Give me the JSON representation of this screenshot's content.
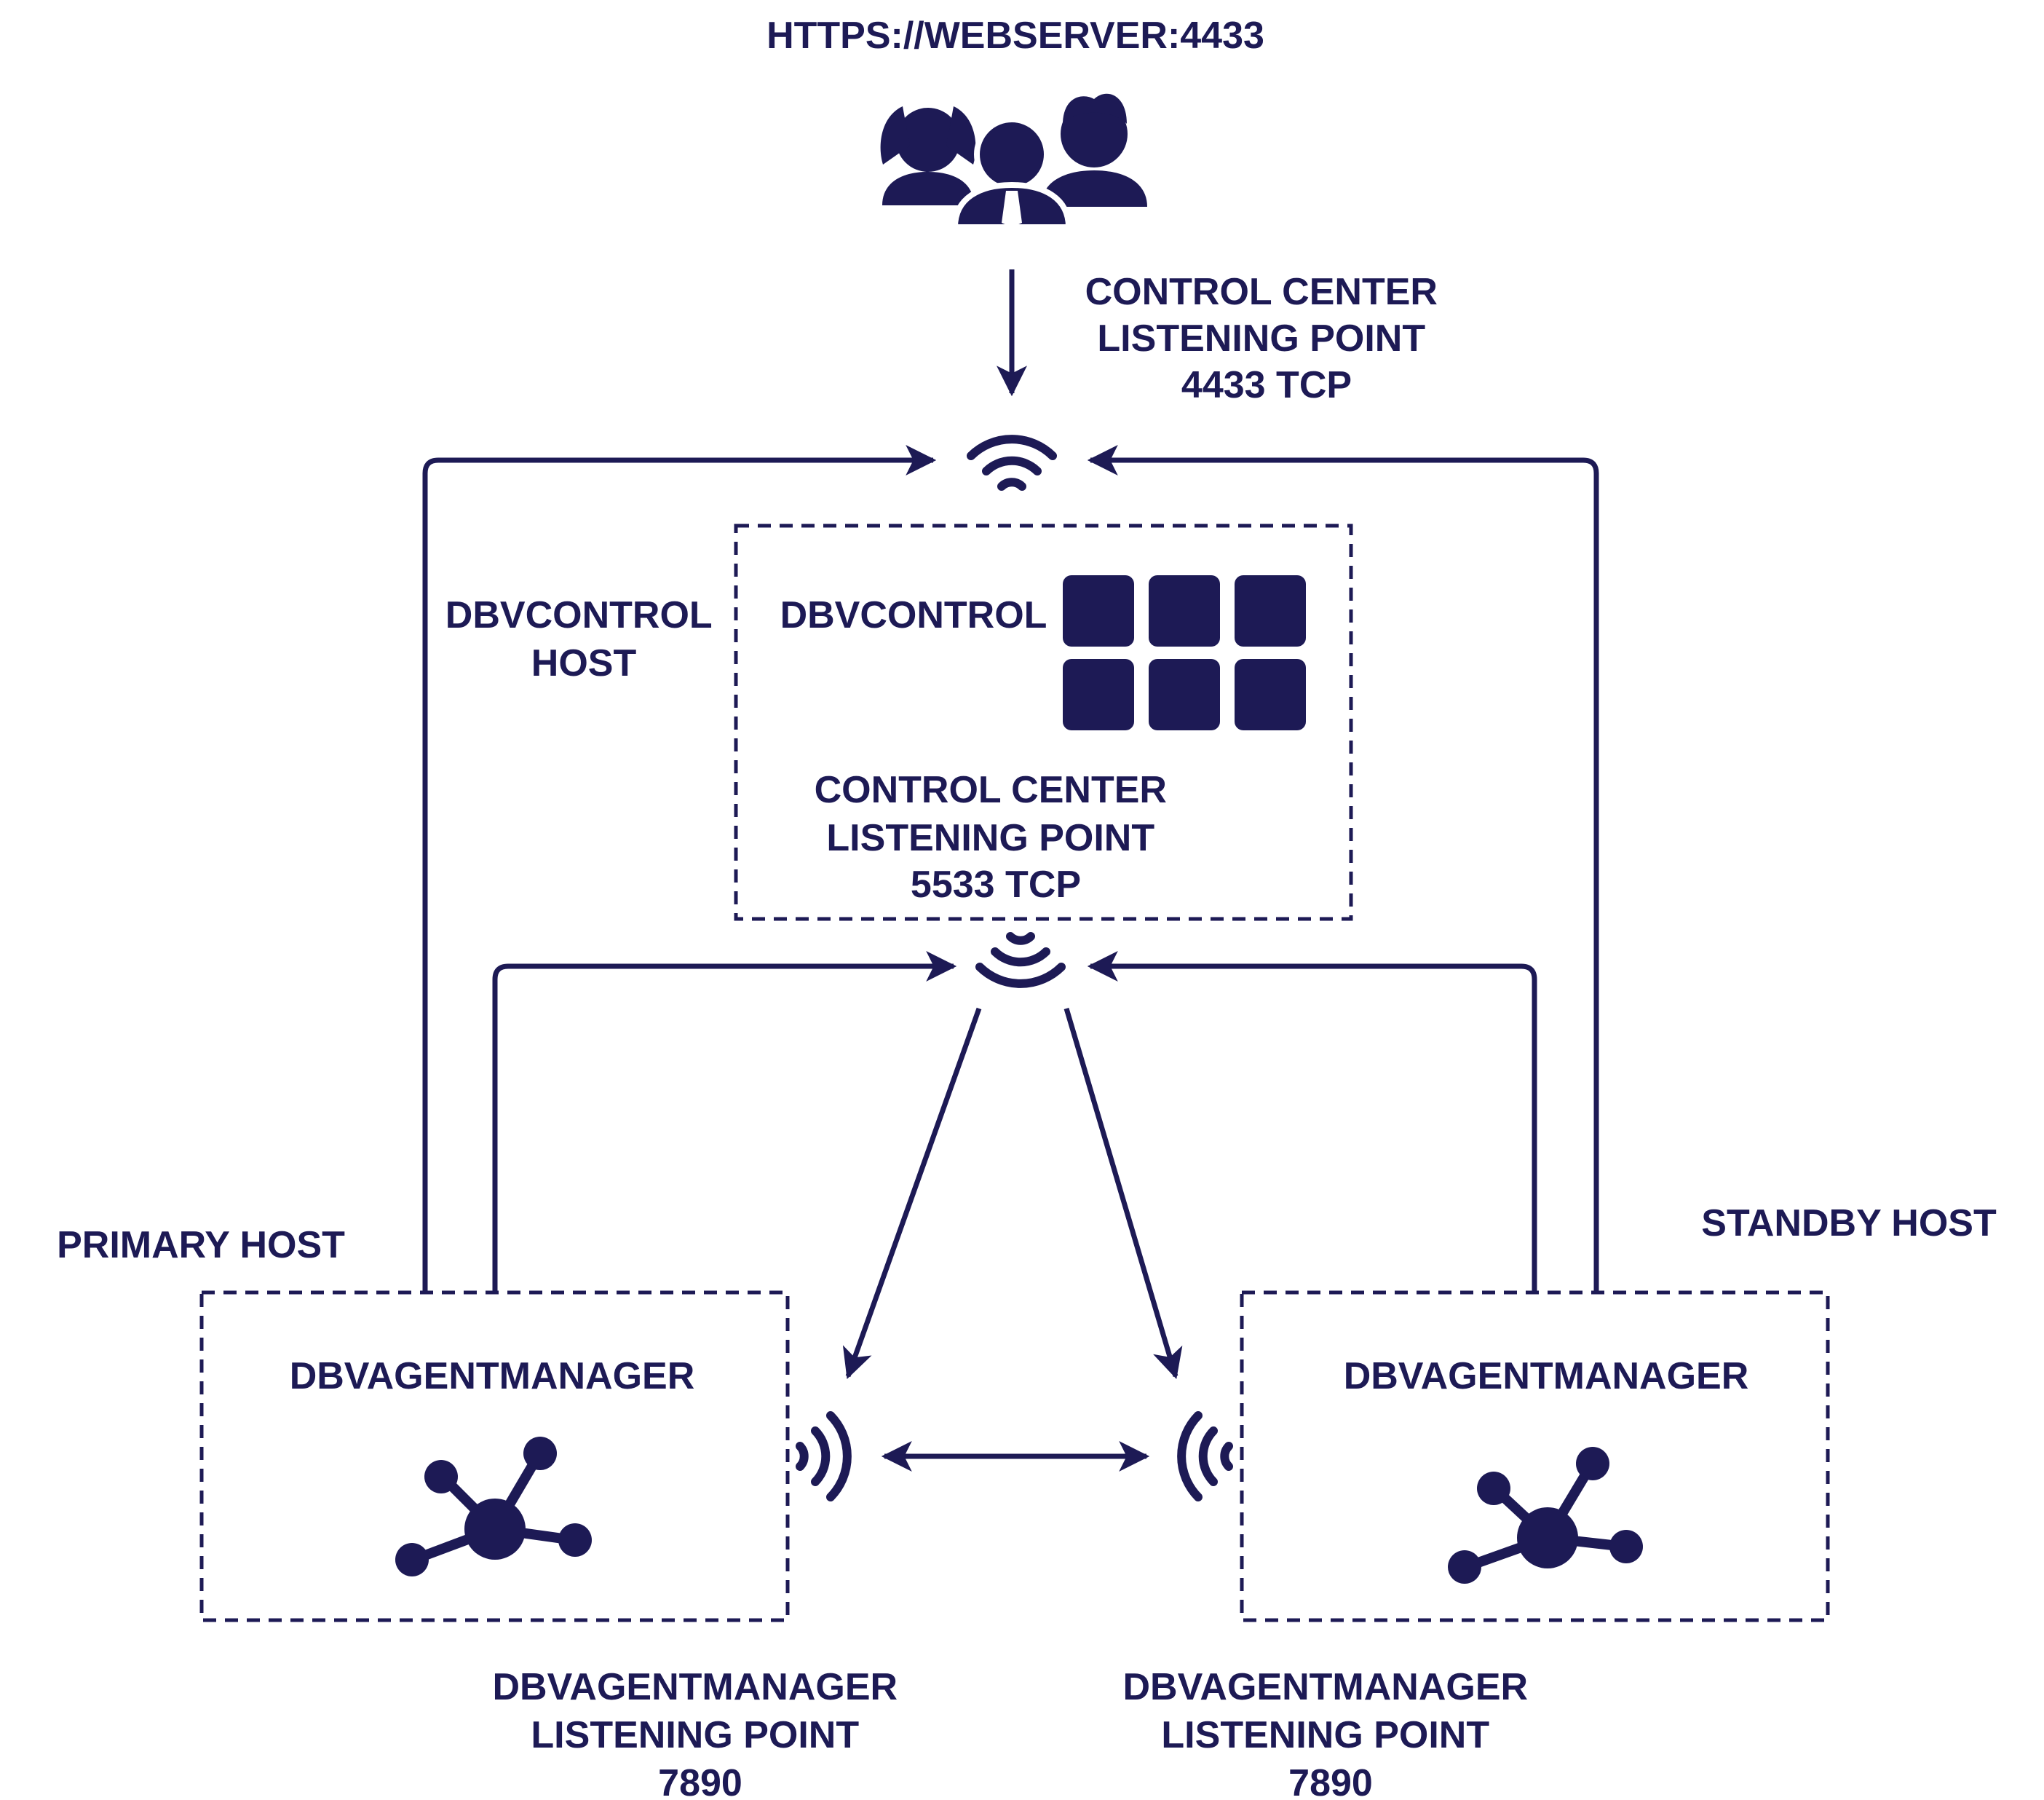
{
  "colors": {
    "ink": "#1d1a55",
    "background": "#ffffff"
  },
  "icons": {
    "users": "users-group-icon",
    "wifi": "wifi-signal-icon",
    "grid": "app-grid-icon",
    "network": "network-hub-icon"
  },
  "labels": {
    "webserver_url": "HTTPS://WEBSERVER:4433",
    "cc_listen_4433": [
      "CONTROL CENTER",
      "LISTENING POINT",
      "4433 TCP"
    ],
    "dbvcontrol_host": [
      "DBVCONTROL",
      "HOST"
    ],
    "dbvcontrol": "DBVCONTROL",
    "cc_listen_5533": [
      "CONTROL CENTER",
      "LISTENING POINT",
      "5533 TCP"
    ],
    "primary_host": "PRIMARY HOST",
    "standby_host": "STANDBY HOST",
    "primary_agent": "DBVAGENTMANAGER",
    "standby_agent": "DBVAGENTMANAGER",
    "primary_agent_listen": [
      "DBVAGENTMANAGER",
      "LISTENING POINT",
      "7890"
    ],
    "standby_agent_listen": [
      "DBVAGENTMANAGER",
      "LISTENING POINT",
      "7890"
    ]
  }
}
